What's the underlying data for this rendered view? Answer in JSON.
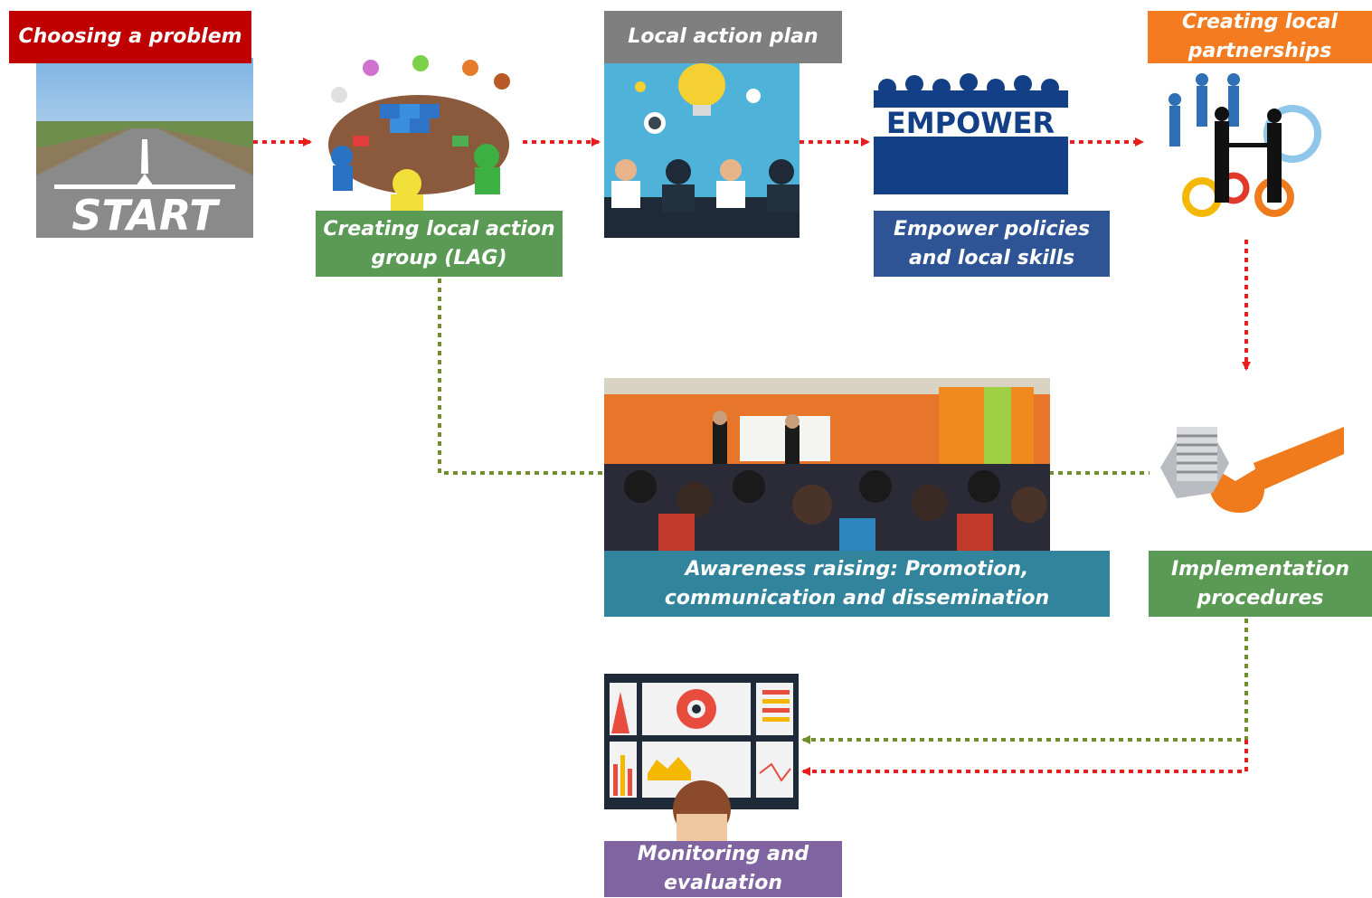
{
  "colors": {
    "red": "#c00000",
    "green": "#5b9a55",
    "gray": "#7f7f7f",
    "navy": "#2f5496",
    "orange": "#f47b20",
    "teal": "#31849b",
    "purple": "#8064a2",
    "arrow_red": "#e81d1d",
    "arrow_green": "#6f8f2f"
  },
  "steps": {
    "choosing_problem": {
      "label": "Choosing a problem",
      "image_text": "START"
    },
    "lag": {
      "label": "Creating local action group (LAG)"
    },
    "action_plan": {
      "label": "Local action plan"
    },
    "empower": {
      "label": "Empower policies and local skills",
      "image_text": "EMPOWER"
    },
    "partnerships": {
      "label": "Creating local partnerships"
    },
    "implementation": {
      "label": "Implementation procedures"
    },
    "awareness": {
      "label": "Awareness raising: Promotion, communication and dissemination"
    },
    "monitoring": {
      "label": "Monitoring and evaluation"
    }
  }
}
